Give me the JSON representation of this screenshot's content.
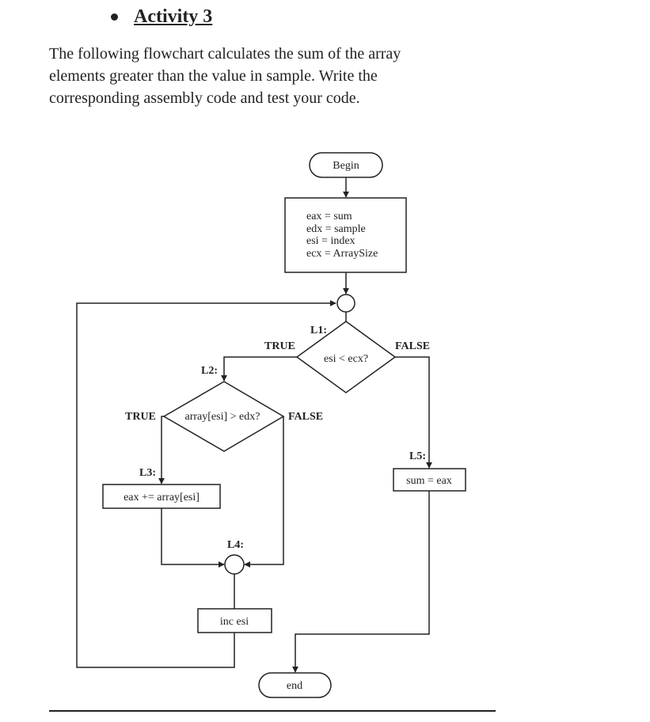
{
  "heading": {
    "bullet": "•",
    "title": "Activity 3"
  },
  "description": {
    "lines": [
      "The following flowchart calculates the sum of the array",
      "elements greater than the value in sample. Write the",
      "corresponding assembly code and test your code."
    ]
  },
  "flowchart": {
    "begin": "Begin",
    "init": [
      "eax = sum",
      "edx = sample",
      "esi = index",
      "ecx = ArraySize"
    ],
    "label_l1": "L1:",
    "cond_loop": "esi < ecx?",
    "branch_true_top": "TRUE",
    "branch_false_top": "FALSE",
    "label_l2": "L2:",
    "cond_compare": "array[esi] > edx?",
    "branch_true_left": "TRUE",
    "branch_false_right": "FALSE",
    "label_l3": "L3:",
    "accumulate": "eax += array[esi]",
    "label_l4": "L4:",
    "increment": "inc esi",
    "label_l5": "L5:",
    "store_sum": "sum = eax",
    "end": "end"
  }
}
